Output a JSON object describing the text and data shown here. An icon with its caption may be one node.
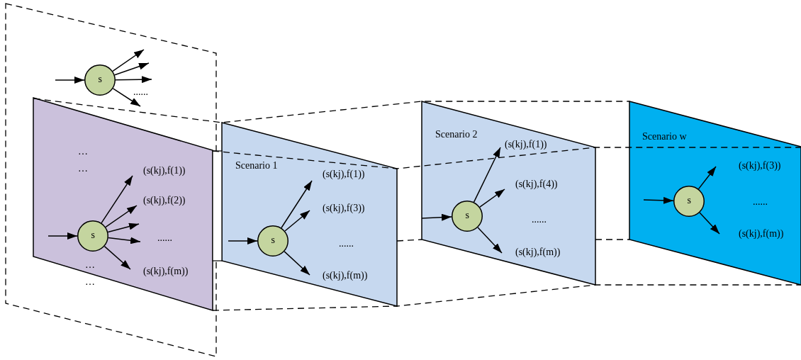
{
  "diagram": {
    "nodes": [
      {
        "text": [
          "......"
        ]
      },
      {
        "text": [
          "s"
        ],
        "in": 0
      },
      {
        "text": [
          "…",
          "…",
          "…",
          "…"
        ],
        "in": 0
      },
      {
        "text": [
          "s"
        ],
        "in": 2
      },
      {
        "text": [
          "(s(kj),f(1))"
        ],
        "in": 2
      },
      {
        "text": [
          "(s(kj),f(2))"
        ],
        "in": 2
      },
      {
        "text": [
          "......"
        ],
        "in": 2
      },
      {
        "text": [
          "(s(kj),f(m))"
        ],
        "in": 2
      },
      {
        "text": [
          "Scenario 1",
          "......"
        ]
      },
      {
        "text": [
          "s"
        ],
        "in": 8
      },
      {
        "text": [
          "(s(kj),f(1))"
        ],
        "in": 8
      },
      {
        "text": [
          "(s(kj),f(3))"
        ],
        "in": 8
      },
      {
        "text": [
          "(s(kj),f(m))"
        ],
        "in": 8
      },
      {
        "text": [
          "Scenario 2",
          "......"
        ]
      },
      {
        "text": [
          "s"
        ],
        "in": 13
      },
      {
        "text": [
          "(s(kj),f(1))"
        ],
        "in": 13
      },
      {
        "text": [
          "(s(kj),f(4))"
        ],
        "in": 13
      },
      {
        "text": [
          "(s(kj),f(m))"
        ],
        "in": 13
      },
      {
        "text": [
          "Scenario w",
          "......"
        ]
      },
      {
        "text": [
          "s"
        ],
        "in": 18
      },
      {
        "text": [
          "(s(kj),f(3))"
        ],
        "in": 18
      },
      {
        "text": [
          "(s(kj),f(m))"
        ],
        "in": 18
      }
    ],
    "edges": [
      {
        "from": null,
        "to": 1,
        "arrow": "to"
      },
      {
        "from": 1,
        "to": null,
        "arrow": "to"
      },
      {
        "from": 1,
        "to": null,
        "arrow": "to"
      },
      {
        "from": 1,
        "to": null,
        "arrow": "to"
      },
      {
        "from": 1,
        "to": null,
        "arrow": "to"
      },
      {
        "from": null,
        "to": 3,
        "arrow": "to"
      },
      {
        "from": 3,
        "to": 4,
        "arrow": "to"
      },
      {
        "from": 3,
        "to": 5,
        "arrow": "to"
      },
      {
        "from": 3,
        "to": 6,
        "arrow": "to"
      },
      {
        "from": 3,
        "to": 6,
        "arrow": "to"
      },
      {
        "from": 3,
        "to": 7,
        "arrow": "to"
      },
      {
        "from": null,
        "to": 9,
        "arrow": "to"
      },
      {
        "from": 9,
        "to": 10,
        "arrow": "to"
      },
      {
        "from": 9,
        "to": 11,
        "arrow": "to"
      },
      {
        "from": 9,
        "to": 12,
        "arrow": "to"
      },
      {
        "from": null,
        "to": 14,
        "arrow": "to"
      },
      {
        "from": 14,
        "to": 15,
        "arrow": "to"
      },
      {
        "from": 14,
        "to": 16,
        "arrow": "to"
      },
      {
        "from": 14,
        "to": 17,
        "arrow": "to"
      },
      {
        "from": null,
        "to": 19,
        "arrow": "to"
      },
      {
        "from": 19,
        "to": 20,
        "arrow": "to"
      },
      {
        "from": 19,
        "to": 21,
        "arrow": "to"
      }
    ]
  }
}
